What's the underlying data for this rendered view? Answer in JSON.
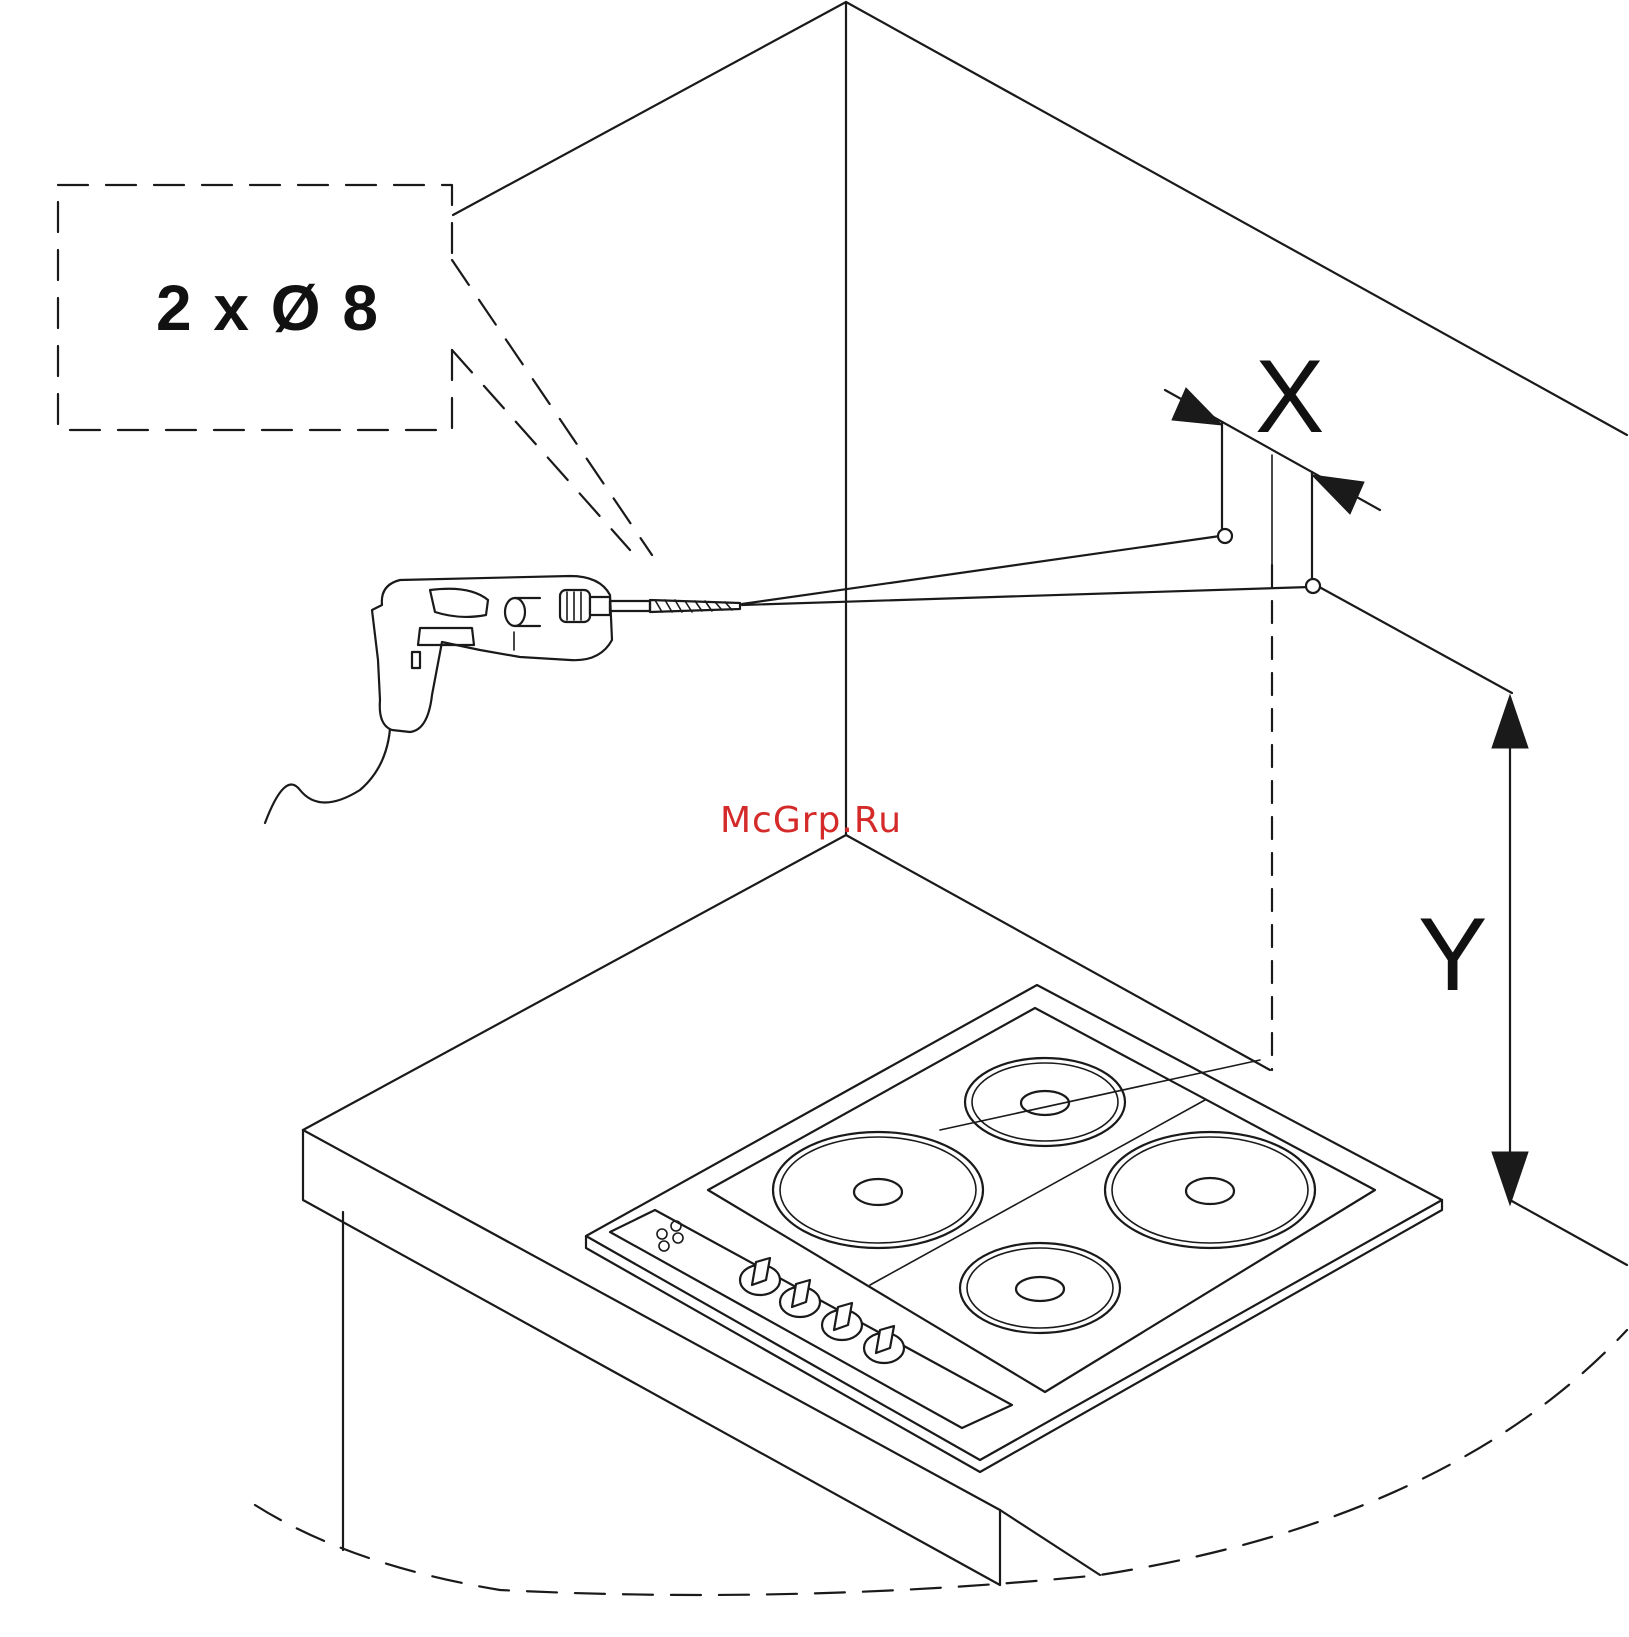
{
  "callout": {
    "text": "2 x Ø 8"
  },
  "dimensions": {
    "x_label": "X",
    "y_label": "Y"
  },
  "watermark": {
    "text": "McGrp.Ru",
    "color": "#d42a2a"
  },
  "icons": [
    "drill-icon",
    "hob-icon"
  ]
}
